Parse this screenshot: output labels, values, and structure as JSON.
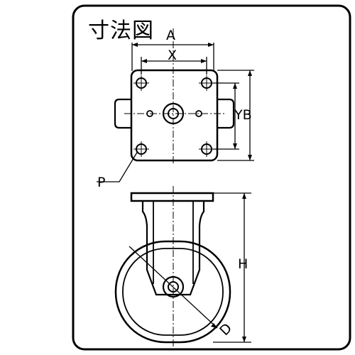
{
  "diagram": {
    "title": "寸法図",
    "labels": {
      "a": "A",
      "x": "X",
      "yb": "YB",
      "p": "P",
      "h": "H",
      "d": "D"
    }
  }
}
